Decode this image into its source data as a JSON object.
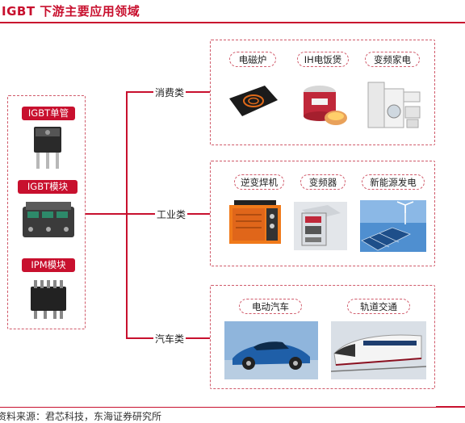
{
  "title": "IGBT 下游主要应用领域",
  "footer": "资料来源：君芯科技，东海证券研究所",
  "devices": [
    {
      "label": "IGBT单管",
      "icon": "igbt-discrete-icon"
    },
    {
      "label": "IGBT模块",
      "icon": "igbt-module-icon"
    },
    {
      "label": "IPM模块",
      "icon": "ipm-module-icon"
    }
  ],
  "branches": [
    {
      "label": "消费类",
      "items": [
        "电磁炉",
        "IH电饭煲",
        "变频家电"
      ]
    },
    {
      "label": "工业类",
      "items": [
        "逆变焊机",
        "变频器",
        "新能源发电"
      ]
    },
    {
      "label": "汽车类",
      "items": [
        "电动汽车",
        "轨道交通"
      ]
    }
  ],
  "colors": {
    "accent": "#c8102e",
    "dashed": "#d05a6a"
  }
}
